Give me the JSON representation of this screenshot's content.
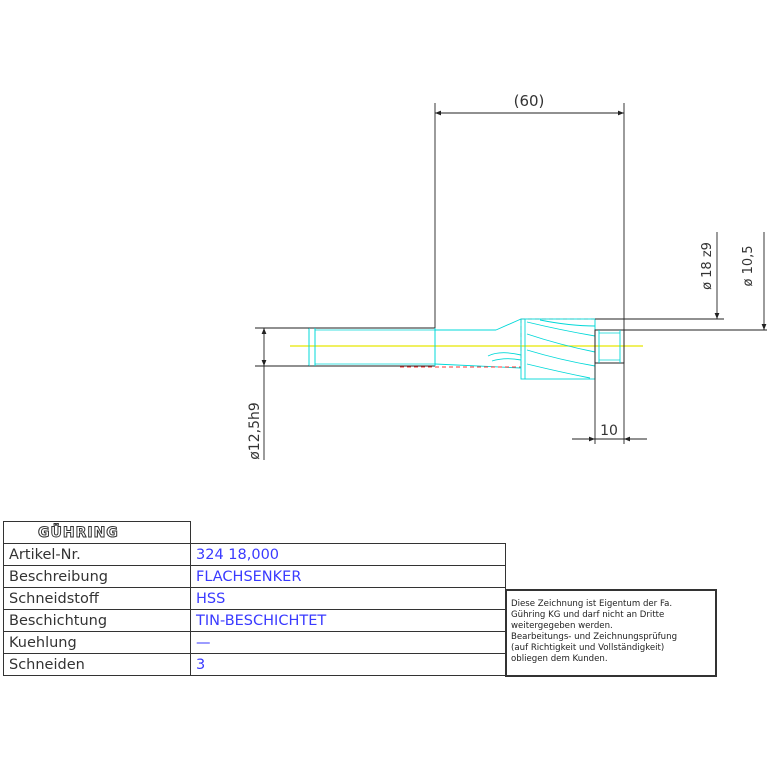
{
  "dimensions": {
    "overall_length": "(60)",
    "diameter_shank": "ø12,5h9",
    "diameter_cutter": "ø  18 z9",
    "diameter_pilot": "ø  10,5",
    "pilot_length": "10"
  },
  "title_block": {
    "brand": "GÜHRING",
    "rows": [
      {
        "label": "Artikel-Nr.",
        "value": "324 18,000"
      },
      {
        "label": "Beschreibung",
        "value": "FLACHSENKER"
      },
      {
        "label": "Schneidstoff",
        "value": "HSS"
      },
      {
        "label": "Beschichtung",
        "value": "TIN-BESCHICHTET"
      },
      {
        "label": "Kuehlung",
        "value": "—"
      },
      {
        "label": "Schneiden",
        "value": "3"
      }
    ]
  },
  "notice": {
    "lines": [
      "Diese Zeichnung ist Eigentum der Fa.",
      "Gühring KG und darf nicht an Dritte",
      "weitergegeben werden.",
      "Bearbeitungs- und Zeichnungsprüfung",
      "(auf Richtigkeit und Vollständigkeit)",
      "obliegen dem Kunden."
    ]
  },
  "colors": {
    "outline": "#222222",
    "tool_edges": "#00d8d8",
    "hidden_lines": "#ff3333",
    "centerline": "#e8e800",
    "value_text": "#3a3aff"
  }
}
